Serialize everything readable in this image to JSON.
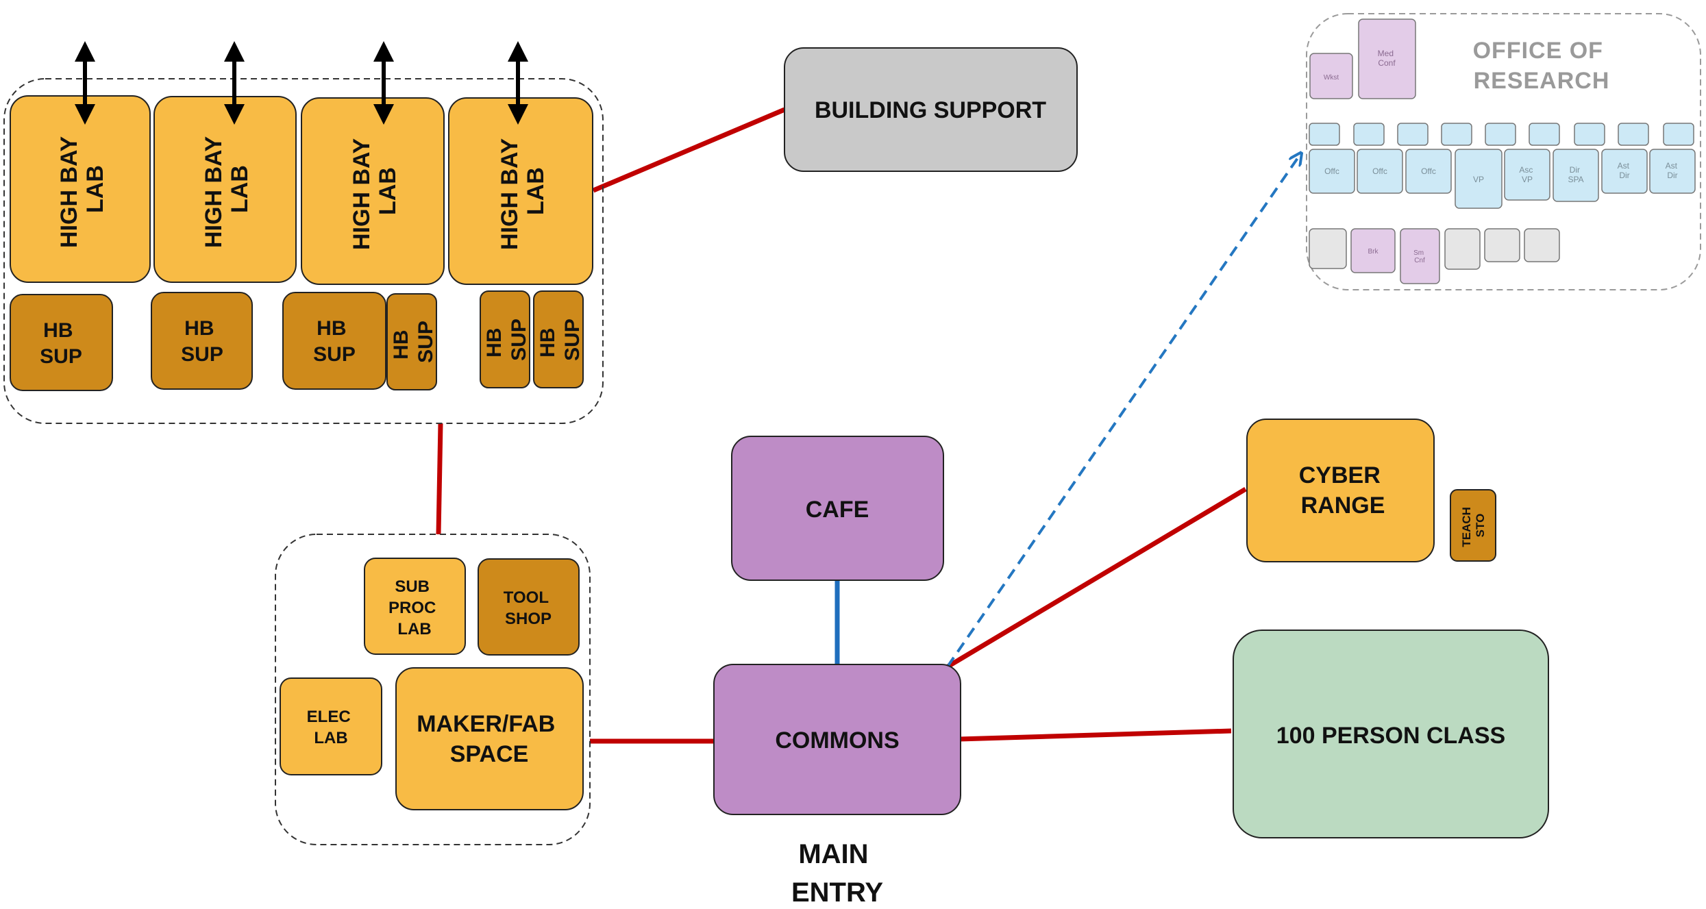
{
  "colors": {
    "lab": "#F8BB45",
    "support": "#CE8A1B",
    "commons": "#BE8CC6",
    "building": "#C9C9C9",
    "classroom": "#BBDAC1",
    "office_blue": "#CDE9F6",
    "office_purple": "#E3CCE8",
    "office_grey": "#E6E6E6",
    "link_red": "#C00000",
    "link_blue": "#1F6EBD",
    "dashed_link": "#2477C1"
  },
  "high_bay": {
    "labs": [
      {
        "label_1": "HIGH BAY",
        "label_2": "LAB"
      },
      {
        "label_1": "HIGH BAY",
        "label_2": "LAB"
      },
      {
        "label_1": "HIGH BAY",
        "label_2": "LAB"
      },
      {
        "label_1": "HIGH BAY",
        "label_2": "LAB"
      }
    ],
    "supports": [
      {
        "label_1": "HB",
        "label_2": "SUP"
      },
      {
        "label_1": "HB",
        "label_2": "SUP"
      },
      {
        "label_1": "HB",
        "label_2": "SUP"
      },
      {
        "label_1": "HB",
        "label_2": "SUP"
      },
      {
        "label_1": "HB",
        "label_2": "SUP"
      },
      {
        "label_1": "HB",
        "label_2": "SUP"
      }
    ]
  },
  "building_support": "BUILDING SUPPORT",
  "maker": {
    "sub_proc_lab": [
      "SUB",
      "PROC",
      "LAB"
    ],
    "tool_shop": [
      "TOOL",
      "SHOP"
    ],
    "elec_lab": [
      "ELEC",
      "LAB"
    ],
    "maker_fab_space": [
      "MAKER/FAB",
      "SPACE"
    ]
  },
  "cafe": "CAFE",
  "commons": "COMMONS",
  "main_entry": [
    "MAIN",
    "ENTRY"
  ],
  "cyber_range": [
    "CYBER",
    "RANGE"
  ],
  "teach_sto": [
    "TEACH",
    "STO"
  ],
  "classroom": "100 PERSON CLASS",
  "office": {
    "title": [
      "OFFICE OF",
      "RESEARCH"
    ],
    "wkstn": "Wkst",
    "med_conf": [
      "Med",
      "Conf"
    ],
    "offices": [
      {
        "label_1": "Offc"
      },
      {
        "label_1": "Offc"
      },
      {
        "label_1": "Offc"
      },
      {
        "label_1": "VP"
      },
      {
        "label_1": "Asc",
        "label_2": "VP"
      },
      {
        "label_1": "Dir",
        "label_2": "SPA"
      },
      {
        "label_1": "Ast",
        "label_2": "Dir"
      },
      {
        "label_1": "Ast",
        "label_2": "Dir"
      }
    ],
    "brk": "Brk",
    "sm_conf": [
      "Sm",
      "Cnf"
    ]
  }
}
